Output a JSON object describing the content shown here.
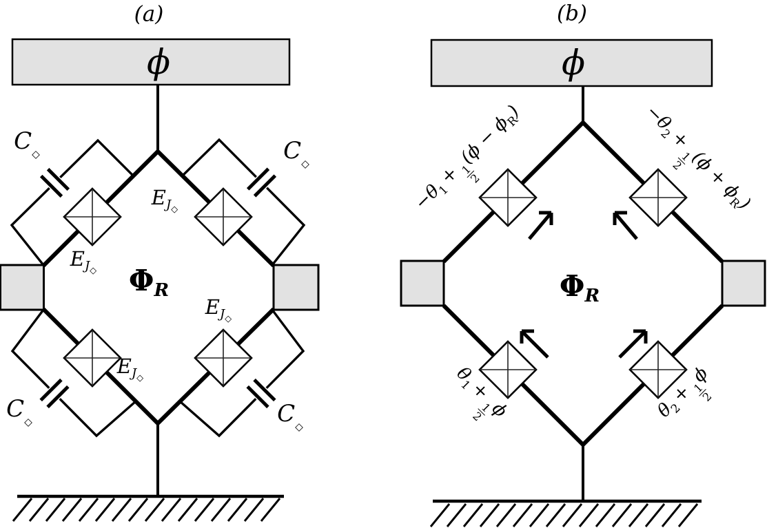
{
  "panel_a": {
    "title": "(a)",
    "top_node_label": "ϕ",
    "flux_label": {
      "base": "Φ",
      "sub": "R"
    },
    "junction_label": {
      "base": "E",
      "sub": "J",
      "subsub": "◇"
    },
    "capacitor_label": {
      "base": "C",
      "sub": "◇"
    }
  },
  "panel_b": {
    "title": "(b)",
    "top_node_label": "ϕ",
    "flux_label": {
      "base": "Φ",
      "sub": "R"
    },
    "phase_labels": {
      "top_left": {
        "pre": "−θ",
        "sub": "1",
        "op": "+",
        "num": "1",
        "den": "2",
        "post": "(ϕ − ϕ",
        "post_sub": "R",
        "close": ")"
      },
      "top_right": {
        "pre": "−θ",
        "sub": "2",
        "op": "+",
        "num": "1",
        "den": "2",
        "post": "(ϕ + ϕ",
        "post_sub": "R",
        "close": ")"
      },
      "bottom_left": {
        "pre": "θ",
        "sub": "1",
        "op": "+",
        "num": "1",
        "den": "2",
        "post": "ϕ"
      },
      "bottom_right": {
        "pre": "θ",
        "sub": "2",
        "op": "+",
        "num": "1",
        "den": "2",
        "post": "ϕ"
      }
    },
    "arrow_directions": {
      "top_left": "up-right",
      "top_right": "up-left",
      "bottom_left": "up-left",
      "bottom_right": "up-right"
    }
  },
  "colors": {
    "electrode_fill": "#e2e2e2",
    "line": "#000000",
    "background": "#ffffff"
  }
}
